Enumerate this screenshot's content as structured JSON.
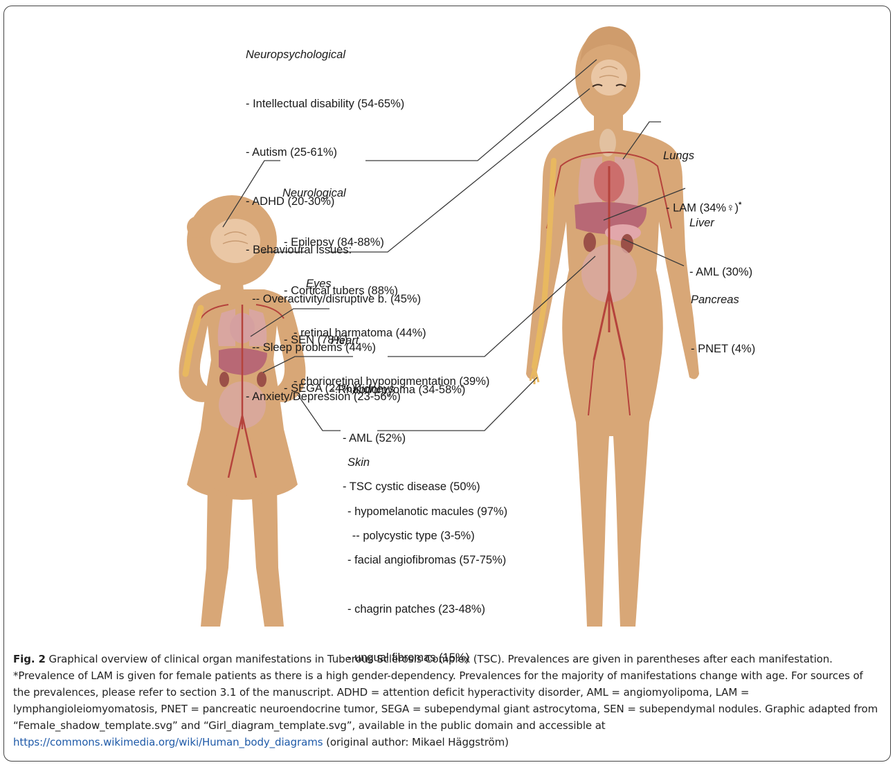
{
  "colors": {
    "skin": "#d8a777",
    "organ_pink": "#d69aa0",
    "vessel_red": "#b5433c",
    "bone_yellow": "#e8b860",
    "line": "#3a3a3a",
    "link": "#1f5aa8"
  },
  "annotations": {
    "neuropsych": {
      "heading": "Neuropsychological",
      "items": [
        "- Intellectual disability (54-65%)",
        "- Autism (25-61%)",
        "- ADHD (20-30%)",
        "- Behavioural issues:",
        "  -- Overactivity/disruptive b. (45%)",
        "  -- Sleep problems (44%)",
        "- Anxiety/Depression (23-56%)"
      ]
    },
    "neurological": {
      "heading": "Neurological",
      "items": [
        "- Epilepsy (84-88%)",
        "- Cortical tubers (88%)",
        "- SEN (78%)",
        "- SEGA (24%)"
      ]
    },
    "eyes": {
      "heading": "Eyes",
      "items": [
        "- retinal harmatoma (44%)",
        "- chorioretinal hypopigmentation (39%)"
      ]
    },
    "heart": {
      "heading": "Heart",
      "items": [
        "- Rhabdomyoma (34-58%)"
      ]
    },
    "kidneys": {
      "heading": "Kidneys",
      "items": [
        "- AML (52%)",
        "- TSC cystic disease (50%)",
        "   -- polycystic type (3-5%)"
      ]
    },
    "skin": {
      "heading": "Skin",
      "items": [
        "- hypomelanotic macules (97%)",
        "- facial angiofibromas (57-75%)",
        "- chagrin patches (23-48%)",
        "- ungual fibromas (15%)"
      ]
    },
    "lungs": {
      "heading": "Lungs",
      "item": "- LAM (34%♀)",
      "asterisk": "*"
    },
    "liver": {
      "heading": "Liver",
      "items": [
        "- AML (30%)"
      ]
    },
    "pancreas": {
      "heading": "Pancreas",
      "items": [
        "- PNET (4%)"
      ]
    }
  },
  "caption": {
    "fig_label": "Fig. 2",
    "text": " Graphical overview of clinical organ manifestations in Tuberous Sclerosis Complex (TSC). Prevalences are given in parentheses after each manifestation. *Prevalence of LAM is given for female patients as there is a high gender-dependency. Prevalences for the majority of manifestations change with age. For sources of the prevalences, please refer to section 3.1 of the manuscript. ADHD = attention deficit hyperactivity disorder, AML = angiomyolipoma, LAM = lymphangioleiomyomatosis, PNET = pancreatic neuroendocrine tumor, SEGA = subependymal giant astrocytoma, SEN = subependymal nodules. Graphic adapted from “Female_shadow_template.svg” and “Girl_diagram_template.svg”, available in the public domain and accessible at ",
    "link": "https://commons.wikimedia.org/wiki/Human_body_diagrams",
    "tail": " (original author: Mikael Häggström)"
  }
}
